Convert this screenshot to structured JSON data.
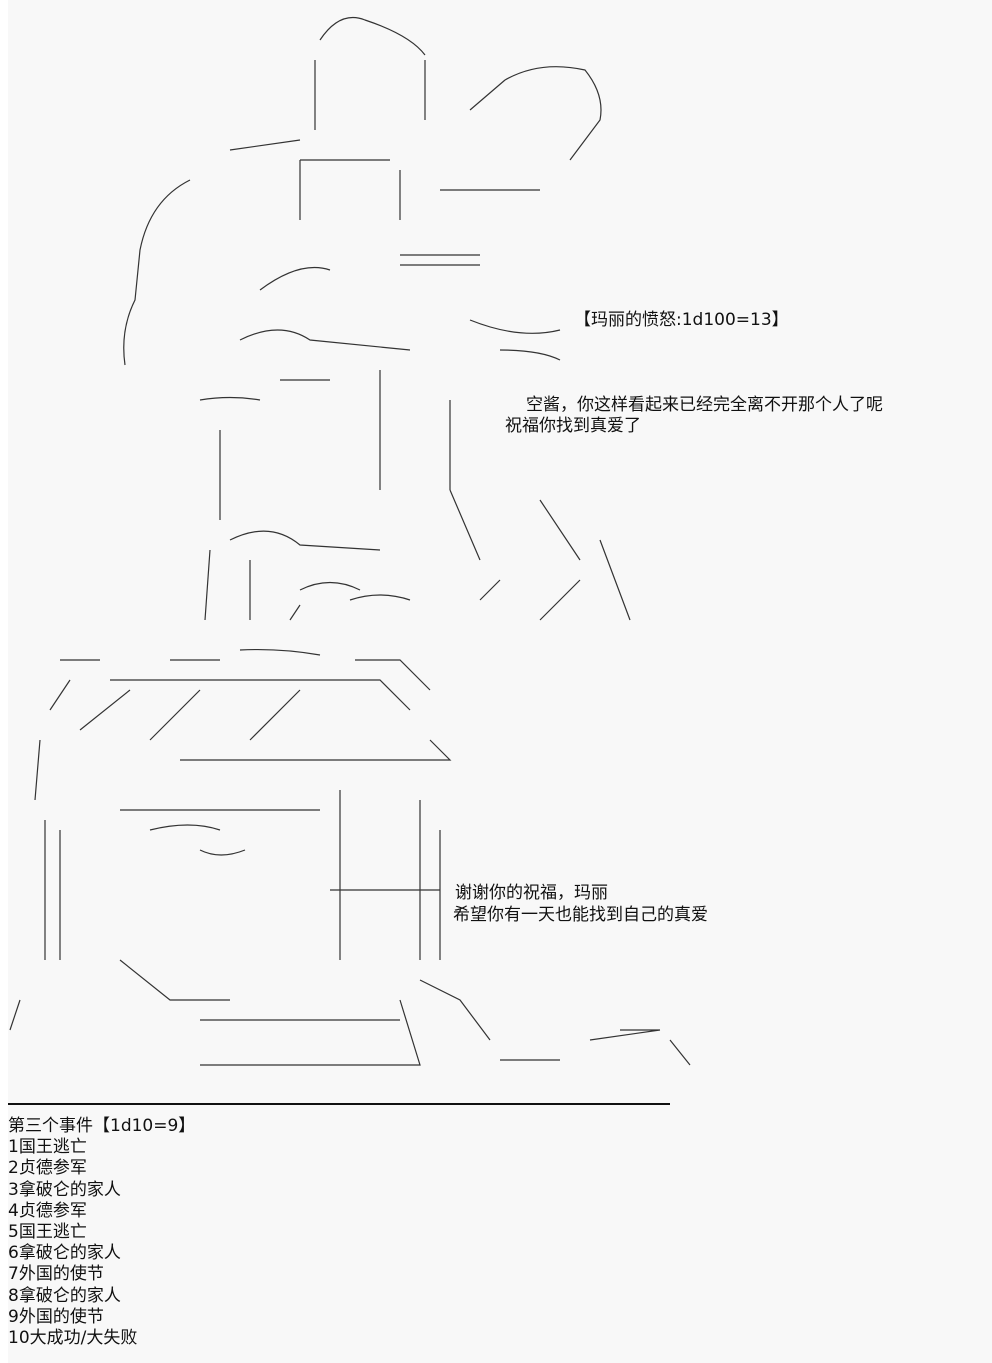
{
  "panel1": {
    "roll": "【玛丽的愤怒:1d100=13】",
    "dialogue": [
      "空酱，你这样看起来已经完全离不开那个人了呢",
      "祝福你找到真爱了"
    ]
  },
  "panel2": {
    "dialogue": [
      "谢谢你的祝福，玛丽",
      "希望你有一天也能找到自己的真爱"
    ]
  },
  "event": {
    "title": "第三个事件【1d10=9】",
    "options": [
      "1国王逃亡",
      "2贞德参军",
      "3拿破仑的家人",
      "4贞德参军",
      "5国王逃亡",
      "6拿破仑的家人",
      "7外国的使节",
      "8拿破仑的家人",
      "9外国的使节",
      "10大成功/大失败"
    ]
  }
}
